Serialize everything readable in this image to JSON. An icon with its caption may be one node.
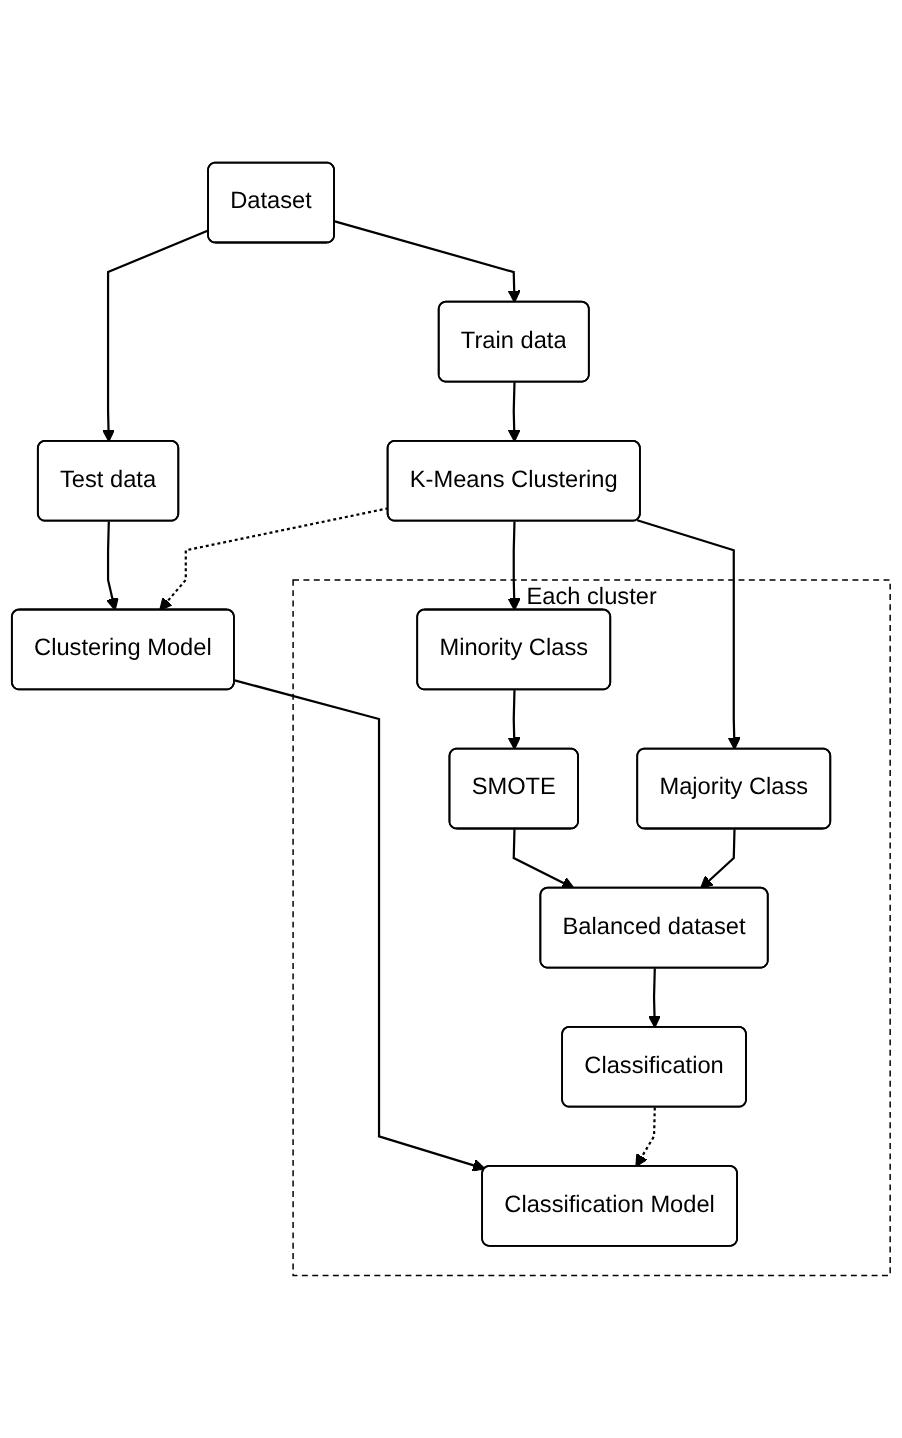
{
  "diagram": {
    "nodes": [
      {
        "text": [
          "Dataset"
        ]
      },
      {
        "text": [
          "Test data"
        ]
      },
      {
        "text": [
          "Train data"
        ]
      },
      {
        "text": [
          "Clustering Model"
        ]
      },
      {
        "text": [
          "K-Means Clustering"
        ]
      },
      {
        "text": [
          "Each cluster"
        ]
      },
      {
        "text": [
          "Minority Class"
        ],
        "in": 5
      },
      {
        "text": [
          "Majority Class"
        ],
        "in": 5
      },
      {
        "text": [
          "SMOTE"
        ],
        "in": 5
      },
      {
        "text": [
          "Balanced dataset"
        ],
        "in": 5
      },
      {
        "text": [
          "Classification Model"
        ],
        "in": 5
      },
      {
        "text": [
          "Classification"
        ],
        "in": 5
      }
    ],
    "edges": [
      {
        "from": 0,
        "to": 1,
        "arrow": "to"
      },
      {
        "from": 0,
        "to": 2,
        "arrow": "to"
      },
      {
        "from": 1,
        "to": 3,
        "arrow": "to"
      },
      {
        "from": 2,
        "to": 4,
        "arrow": "to"
      },
      {
        "from": 4,
        "to": 3,
        "arrow": "to",
        "style": "dashed"
      },
      {
        "from": 4,
        "to": 6,
        "arrow": "to"
      },
      {
        "from": 4,
        "to": 7,
        "arrow": "to"
      },
      {
        "from": 6,
        "to": 8,
        "arrow": "to"
      },
      {
        "from": 8,
        "to": 9,
        "arrow": "to"
      },
      {
        "from": 7,
        "to": 9,
        "arrow": "to"
      },
      {
        "from": 9,
        "to": 11,
        "arrow": "to"
      },
      {
        "from": 3,
        "to": 10,
        "arrow": "to"
      },
      {
        "from": 11,
        "to": 10,
        "arrow": "to",
        "style": "dashed"
      }
    ]
  }
}
